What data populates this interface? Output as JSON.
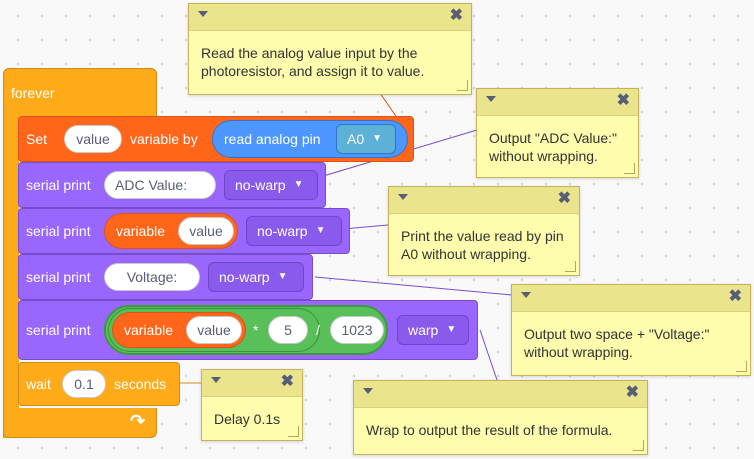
{
  "forever": {
    "label": "forever"
  },
  "set_block": {
    "set_label": "Set",
    "var_name": "value",
    "variable_by": "variable by",
    "reporter_label": "read analog pin",
    "pin": "A0"
  },
  "print1": {
    "label": "serial print",
    "text": "ADC Value:",
    "mode": "no-warp"
  },
  "print2": {
    "label": "serial print",
    "reporter_label": "variable",
    "var_name": "value",
    "mode": "no-warp"
  },
  "print3": {
    "label": "serial print",
    "text": "Voltage:",
    "mode": "no-warp"
  },
  "print4": {
    "label": "serial print",
    "reporter_label": "variable",
    "var_name": "value",
    "mult_op": "*",
    "mult_val": "5",
    "div_op": "/",
    "div_val": "1023",
    "mode": "warp"
  },
  "wait_block": {
    "label": "wait",
    "value": "0.1",
    "unit": "seconds"
  },
  "comments": [
    {
      "text": "Read the analog value input by the photoresistor, and assign it to value."
    },
    {
      "text": "Output \"ADC Value:\" without wrapping."
    },
    {
      "text": "Print the value read by pin A0 without wrapping."
    },
    {
      "text": "Output two space + \"Voltage:\" without wrapping."
    },
    {
      "text": "Delay 0.1s"
    },
    {
      "text": "Wrap to output the result of the formula."
    }
  ],
  "colors": {
    "control": "#ffab19",
    "variable": "#ff661a",
    "serial": "#9966ff",
    "analog": "#4c97ff",
    "operator": "#59c059",
    "comment": "#fefcad"
  },
  "icons": {
    "loop": "loop-arrow-icon",
    "dropdown": "dropdown-triangle-icon",
    "collapse": "collapse-triangle-icon",
    "close": "close-icon",
    "resize": "resize-grip-icon"
  }
}
